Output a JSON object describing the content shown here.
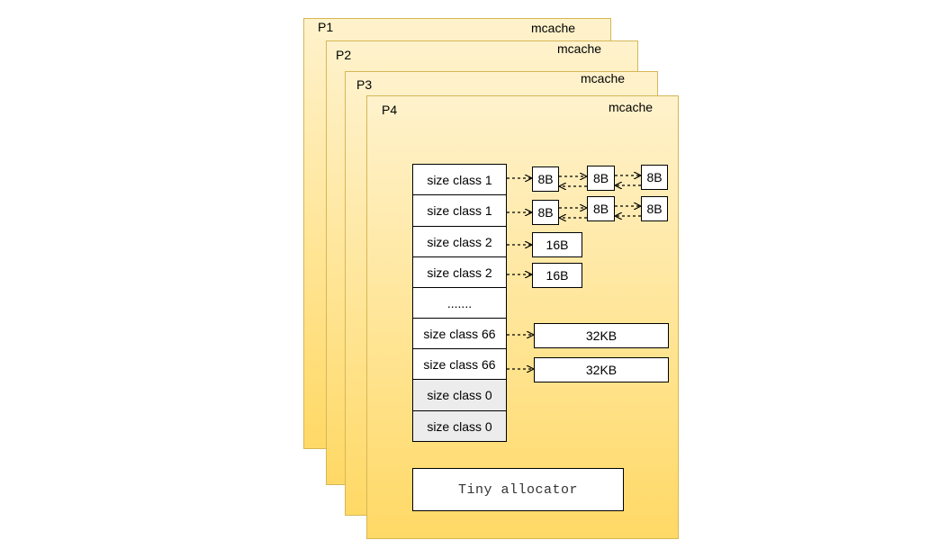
{
  "panels": [
    {
      "label": "P1",
      "cache": "mcache"
    },
    {
      "label": "P2",
      "cache": "mcache"
    },
    {
      "label": "P3",
      "cache": "mcache"
    },
    {
      "label": "P4",
      "cache": "mcache"
    }
  ],
  "size_classes": [
    "size class 1",
    "size class 1",
    "size class 2",
    "size class 2",
    ".......",
    "size class 66",
    "size class 66",
    "size class 0",
    "size class 0"
  ],
  "blocks": {
    "row1": [
      "8B",
      "8B",
      "8B"
    ],
    "row2": [
      "8B",
      "8B",
      "8B"
    ],
    "row3": "16B",
    "row4": "16B",
    "row6": "32KB",
    "row7": "32KB"
  },
  "tiny_allocator": "Tiny allocator",
  "colors": {
    "panel_top": "#fff2cc",
    "panel_bottom": "#ffd966",
    "panel_border": "#d6b656",
    "tiny_cell": "#ececec"
  }
}
